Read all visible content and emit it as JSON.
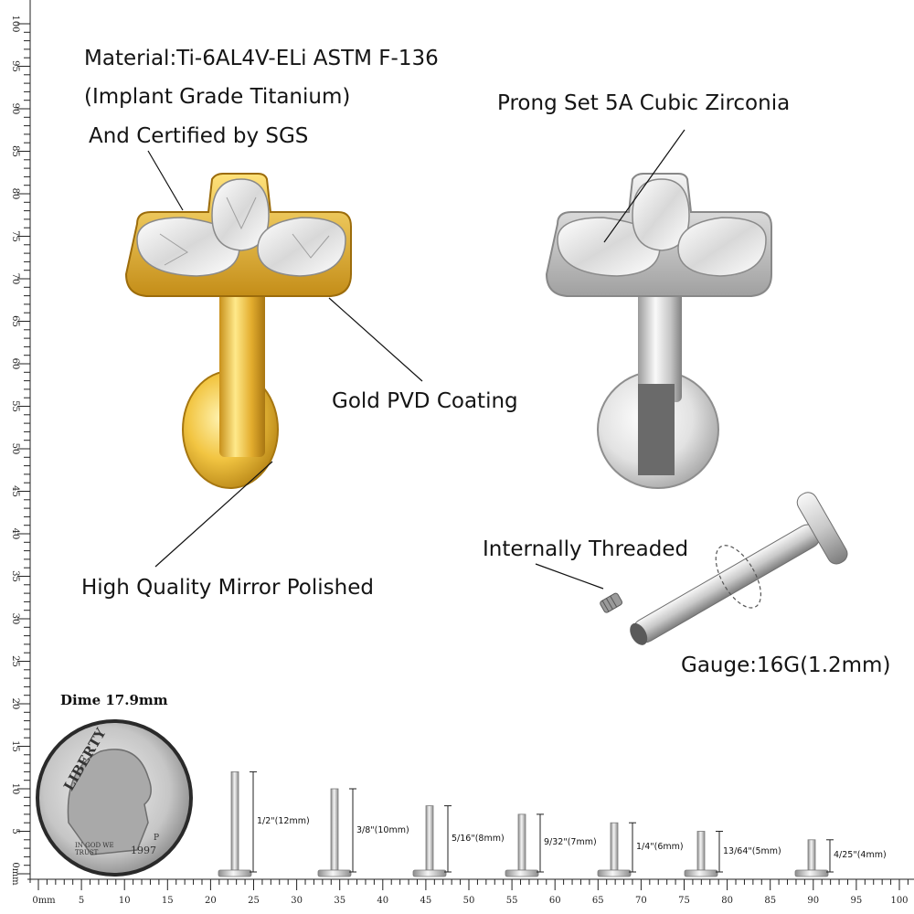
{
  "callouts": {
    "material_line1": "Material:Ti-6AL4V-ELi ASTM F-136",
    "material_line2": "(Implant Grade Titanium)",
    "material_line3": "And Certified by SGS",
    "prong": "Prong Set 5A Cubic Zirconia",
    "gold": "Gold PVD Coating",
    "mirror": "High Quality Mirror Polished",
    "threaded": "Internally Threaded",
    "gauge": "Gauge:16G(1.2mm)"
  },
  "dime": {
    "label": "Dime 17.9mm",
    "coin_word": "LIBERTY",
    "motto": "IN GOD WE TRUST",
    "year": "1997",
    "mint_mark": "P"
  },
  "vertical_ruler": {
    "unit_label": "mm",
    "labels": [
      "0",
      "5",
      "10",
      "15",
      "20",
      "25",
      "30",
      "35",
      "40",
      "45",
      "50",
      "55",
      "60",
      "65",
      "70",
      "75",
      "80",
      "85",
      "90",
      "95",
      "100"
    ]
  },
  "horizontal_ruler": {
    "first_label": "0mm",
    "labels": [
      "5",
      "10",
      "15",
      "20",
      "25",
      "30",
      "35",
      "40",
      "45",
      "50",
      "55",
      "60",
      "65",
      "70",
      "75",
      "80",
      "85",
      "90",
      "95",
      "100"
    ]
  },
  "bar_lengths": [
    {
      "label": "1/2\"(12mm)",
      "mm": 12
    },
    {
      "label": "3/8\"(10mm)",
      "mm": 10
    },
    {
      "label": "5/16\"(8mm)",
      "mm": 8
    },
    {
      "label": "9/32\"(7mm)",
      "mm": 7
    },
    {
      "label": "1/4\"(6mm)",
      "mm": 6
    },
    {
      "label": "13/64\"(5mm)",
      "mm": 5
    },
    {
      "label": "4/25\"(4mm)",
      "mm": 4
    }
  ],
  "colors": {
    "gold_light": "#f6d66a",
    "gold_dark": "#b8860b",
    "silver_light": "#f2f2f2",
    "silver_dark": "#8a8a8a"
  }
}
